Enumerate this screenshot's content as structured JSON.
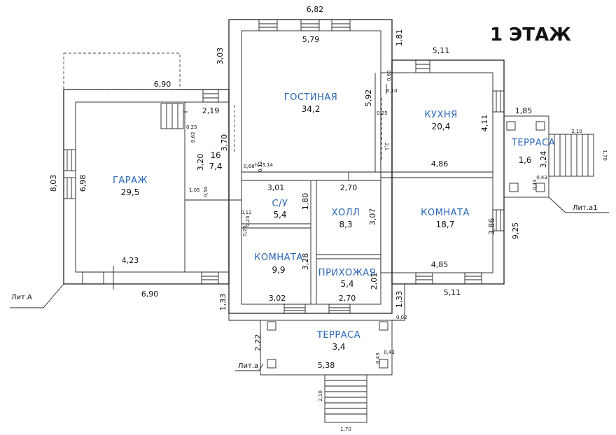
{
  "title": "1 ЭТАЖ",
  "rooms": [
    {
      "name": "ГОСТИНАЯ",
      "area": "34,2"
    },
    {
      "name": "КУХНЯ",
      "area": "20,4"
    },
    {
      "name": "ТЕРРАСА",
      "area": "1,6"
    },
    {
      "name": "ГАРАЖ",
      "area": "29,5"
    },
    {
      "name": "16",
      "area": "7,4"
    },
    {
      "name": "С/У",
      "area": "5,4"
    },
    {
      "name": "ХОЛЛ",
      "area": "8,3"
    },
    {
      "name": "КОМНАТА",
      "area": "18,7"
    },
    {
      "name": "КОМНАТА",
      "area": "9,9"
    },
    {
      "name": "ПРИХОЖАЯ",
      "area": "5,4"
    },
    {
      "name": "ТЕРРАСА",
      "area": "3,4"
    }
  ],
  "dimensions": [
    "6,82",
    "5,79",
    "1,81",
    "5,11",
    "3,03",
    "6,90",
    "5,92",
    "4,11",
    "1,85",
    "2,10",
    "1,70",
    "3,24",
    "2,19",
    "3,70",
    "3,20",
    "8,03",
    "6,98",
    "4,86",
    "0,43",
    "3,01",
    "2,70",
    "1,80",
    "3,07",
    "9,25",
    "3,86",
    "4,23",
    "6,90",
    "3,28",
    "4,85",
    "5,11",
    "1,33",
    "3,02",
    "2,70",
    "2,01",
    "1,33",
    "2,22",
    "5,38",
    "2,10",
    "1,70",
    "0,43"
  ],
  "small_labels": [
    "0,60",
    "0,10",
    "0,25",
    "0,25",
    "0,62",
    "h=3,14",
    "0,68",
    "0,12",
    "1,05",
    "0,50",
    "0,12",
    "0,25",
    "0,25",
    "0,02",
    "0,43",
    "0,43",
    "2,1"
  ],
  "lit_labels": [
    "Лит.А",
    "Лит.а",
    "Лит.а1"
  ]
}
